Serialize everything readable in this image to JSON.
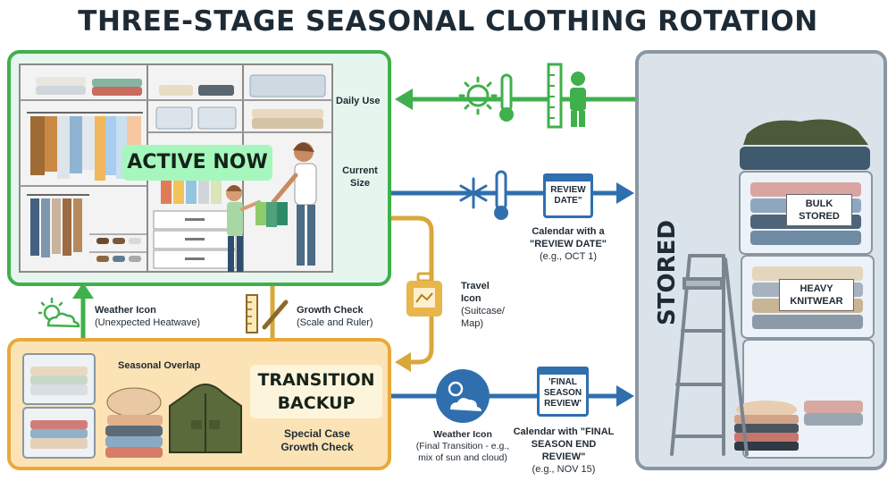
{
  "title": "THREE-STAGE SEASONAL CLOTHING ROTATION",
  "active": {
    "badge": "ACTIVE NOW",
    "daily_use": "Daily Use",
    "current_size_1": "Current",
    "current_size_2": "Size"
  },
  "transition": {
    "badge_1": "TRANSITION",
    "badge_2": "BACKUP",
    "seasonal_overlap": "Seasonal Overlap",
    "special_case_1": "Special Case",
    "special_case_2": "Growth Check"
  },
  "stored": {
    "title": "STORED",
    "bin_top_1": "BULK",
    "bin_top_2": "STORED",
    "bin_mid_1": "HEAVY",
    "bin_mid_2": "KNITWEAR"
  },
  "left_labels": {
    "weather_title": "Weather Icon",
    "weather_sub": "(Unexpected Heatwave)",
    "growth_title": "Growth Check",
    "growth_sub": "(Scale and Ruler)"
  },
  "travel": {
    "title_1": "Travel",
    "title_2": "Icon",
    "sub_1": "(Suitcase/",
    "sub_2": "Map)"
  },
  "review": {
    "cal_1": "REVIEW",
    "cal_2": "DATE\"",
    "cap_1": "Calendar with a",
    "cap_2": "\"REVIEW DATE\"",
    "cap_3": "(e.g., OCT 1)"
  },
  "final": {
    "cal_1": "'FINAL",
    "cal_2": "SEASON",
    "cal_3": "REVIEW'",
    "cap_1": "Calendar with \"FINAL",
    "cap_2": "SEASON END REVIEW\"",
    "cap_3": "(e.g., NOV 15)"
  },
  "weather_final": {
    "title": "Weather Icon",
    "sub_1": "(Final Transition - e.g.,",
    "sub_2": "mix of sun and cloud)"
  },
  "colors": {
    "green": "#3fb04b",
    "blue": "#2f6fae",
    "gold": "#d9a83a",
    "gray": "#8a97a3"
  },
  "icons": [
    "sun-icon",
    "thermometer-icon",
    "child-growth-ruler-icon",
    "snowflake-icon",
    "calendar-icon",
    "suitcase-map-icon",
    "ruler-pencil-icon",
    "sun-cloud-icon",
    "stepladder-icon",
    "storage-bin-icon",
    "closet-illustration",
    "sweater-icon",
    "jacket-icon"
  ]
}
